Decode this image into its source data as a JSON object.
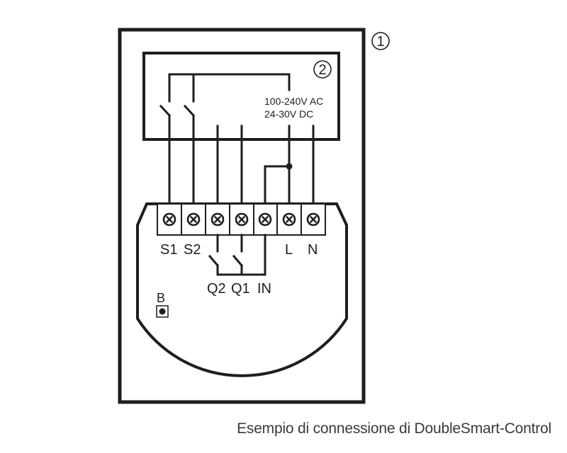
{
  "diagram": {
    "title": "Esempio di connessione di DoubleSmart-Control",
    "callouts": [
      {
        "id": "1",
        "label": "①",
        "refers_to": "outer-frame"
      },
      {
        "id": "2",
        "label": "②",
        "refers_to": "power-supply-box"
      }
    ],
    "power_supply": {
      "voltage_ac": "100-240V AC",
      "voltage_dc": "24-30V DC"
    },
    "terminals": [
      {
        "id": "S1",
        "label": "S1"
      },
      {
        "id": "S2",
        "label": "S2"
      },
      {
        "id": "Q2",
        "label": "Q2"
      },
      {
        "id": "Q1",
        "label": "Q1"
      },
      {
        "id": "IN",
        "label": "IN"
      },
      {
        "id": "L",
        "label": "L"
      },
      {
        "id": "N",
        "label": "N"
      }
    ],
    "button_label": "B",
    "colors": {
      "line": "#1e1e1e",
      "background": "#ffffff",
      "caption": "#3a3a3a"
    }
  }
}
